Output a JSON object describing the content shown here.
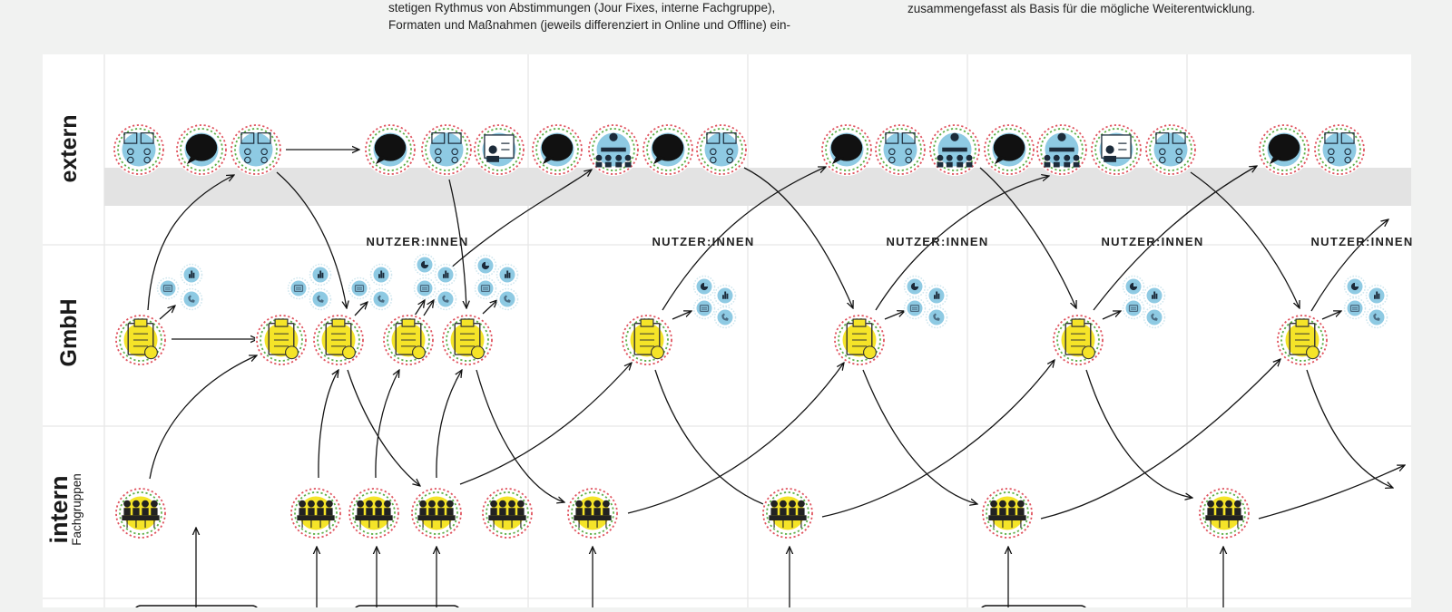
{
  "intro": {
    "left_lines": [
      "stetigen Rythmus von Abstimmungen (Jour Fixes, interne Fachgruppe),",
      "Formaten und Maßnahmen (jeweils differenziert in Online und Offline) ein-"
    ],
    "right_lines": [
      "zusammengefasst als Basis für die mögliche Weiterentwicklung."
    ]
  },
  "lanes": {
    "extern": "extern",
    "gmbh": "GmbH",
    "intern": "intern",
    "intern_sub": "Fachgruppen"
  },
  "band_label": "NUTZER:INNEN",
  "colors": {
    "page_bg": "#f1f2f1",
    "band": "#e3e3e3",
    "blue_node": "#8ecae3",
    "yellow_node": "#f5e428",
    "ring_red": "#e05560",
    "ring_green": "#5fb04a",
    "grid": "#e4e4e4"
  },
  "icons": [
    "format-icon",
    "chat-icon",
    "workshop-icon",
    "presentation-icon",
    "clipboard-icon",
    "team-icon",
    "chart-icon",
    "pie-icon",
    "tablet-icon",
    "phone-icon"
  ]
}
